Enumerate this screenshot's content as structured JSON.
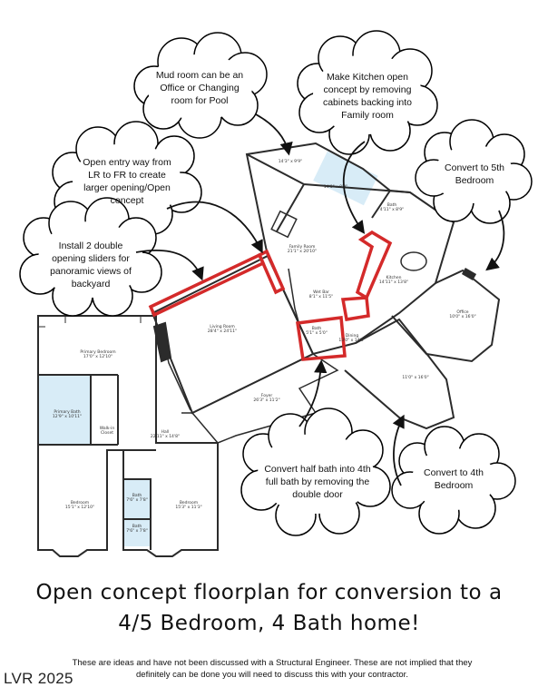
{
  "callouts": {
    "mud_room": "Mud room can be an\nOffice or Changing\nroom for Pool",
    "kitchen": "Make Kitchen open\nconcept by removing\ncabinets backing into\nFamily room",
    "entry": "Open entry way from\nLR to FR to create\nlarger opening/Open\nconcept",
    "fifth_bedroom": "Convert to 5th\nBedroom",
    "sliders": "Install 2 double\nopening sliders for\npanoramic views of\nbackyard",
    "half_bath": "Convert half bath into 4th\nfull bath by removing the\ndouble door",
    "fourth_bedroom": "Convert to 4th\nBedroom"
  },
  "rooms": {
    "garage": "14'3\" x 9'9\"",
    "laundry": "14'0\" x 8'9\"",
    "bath_top": "Bath\n4'11\" x 8'9\"",
    "family_room": "Family Room\n21'1\" x 20'10\"",
    "kitchen": "Kitchen\n14'11\" x 13'8\"",
    "office": "Office\n10'0\" x 16'0\"",
    "wet_bar": "Wet Bar\n8'1\" x 11'5\"",
    "bath_half": "Bath\n5'1\" x 5'0\"",
    "dining": "Dining\n13'0\" x 14'0\"",
    "living_room": "Living Room\n28'4\" x 24'11\"",
    "bedroom_right": "11'0\" x 16'0\"",
    "primary_bedroom": "Primary Bedroom\n17'0\" x 12'10\"",
    "primary_bath": "Primary Bath\n12'9\" x 10'11\"",
    "walk_in_closet": "Walk-in Closet",
    "hall": "Hall\n22'11\" x 14'8\"",
    "foyer": "Foyer\n26'3\" x 11'2\"",
    "bedroom_left": "Bedroom\n15'1\" x 12'10\"",
    "bedroom_mid": "Bedroom\n15'3\" x 11'3\"",
    "bath_upper": "Bath\n7'6\" x 7'8\"",
    "bath_lower": "Bath\n7'6\" x 7'8\""
  },
  "headline": "Open concept floorplan for conversion to a\n4/5 Bedroom, 4 Bath home!",
  "disclaimer": "These are ideas and have not been discussed with a Structural Engineer. These are not implied that they\ndefinitely can be done you will need to discuss this with your contractor.",
  "watermark": "LVR 2025",
  "colors": {
    "highlight": "#d42a2a",
    "wall": "#2b2b2b",
    "bath_fill": "#d8ecf7",
    "cloud_stroke": "#000000"
  }
}
